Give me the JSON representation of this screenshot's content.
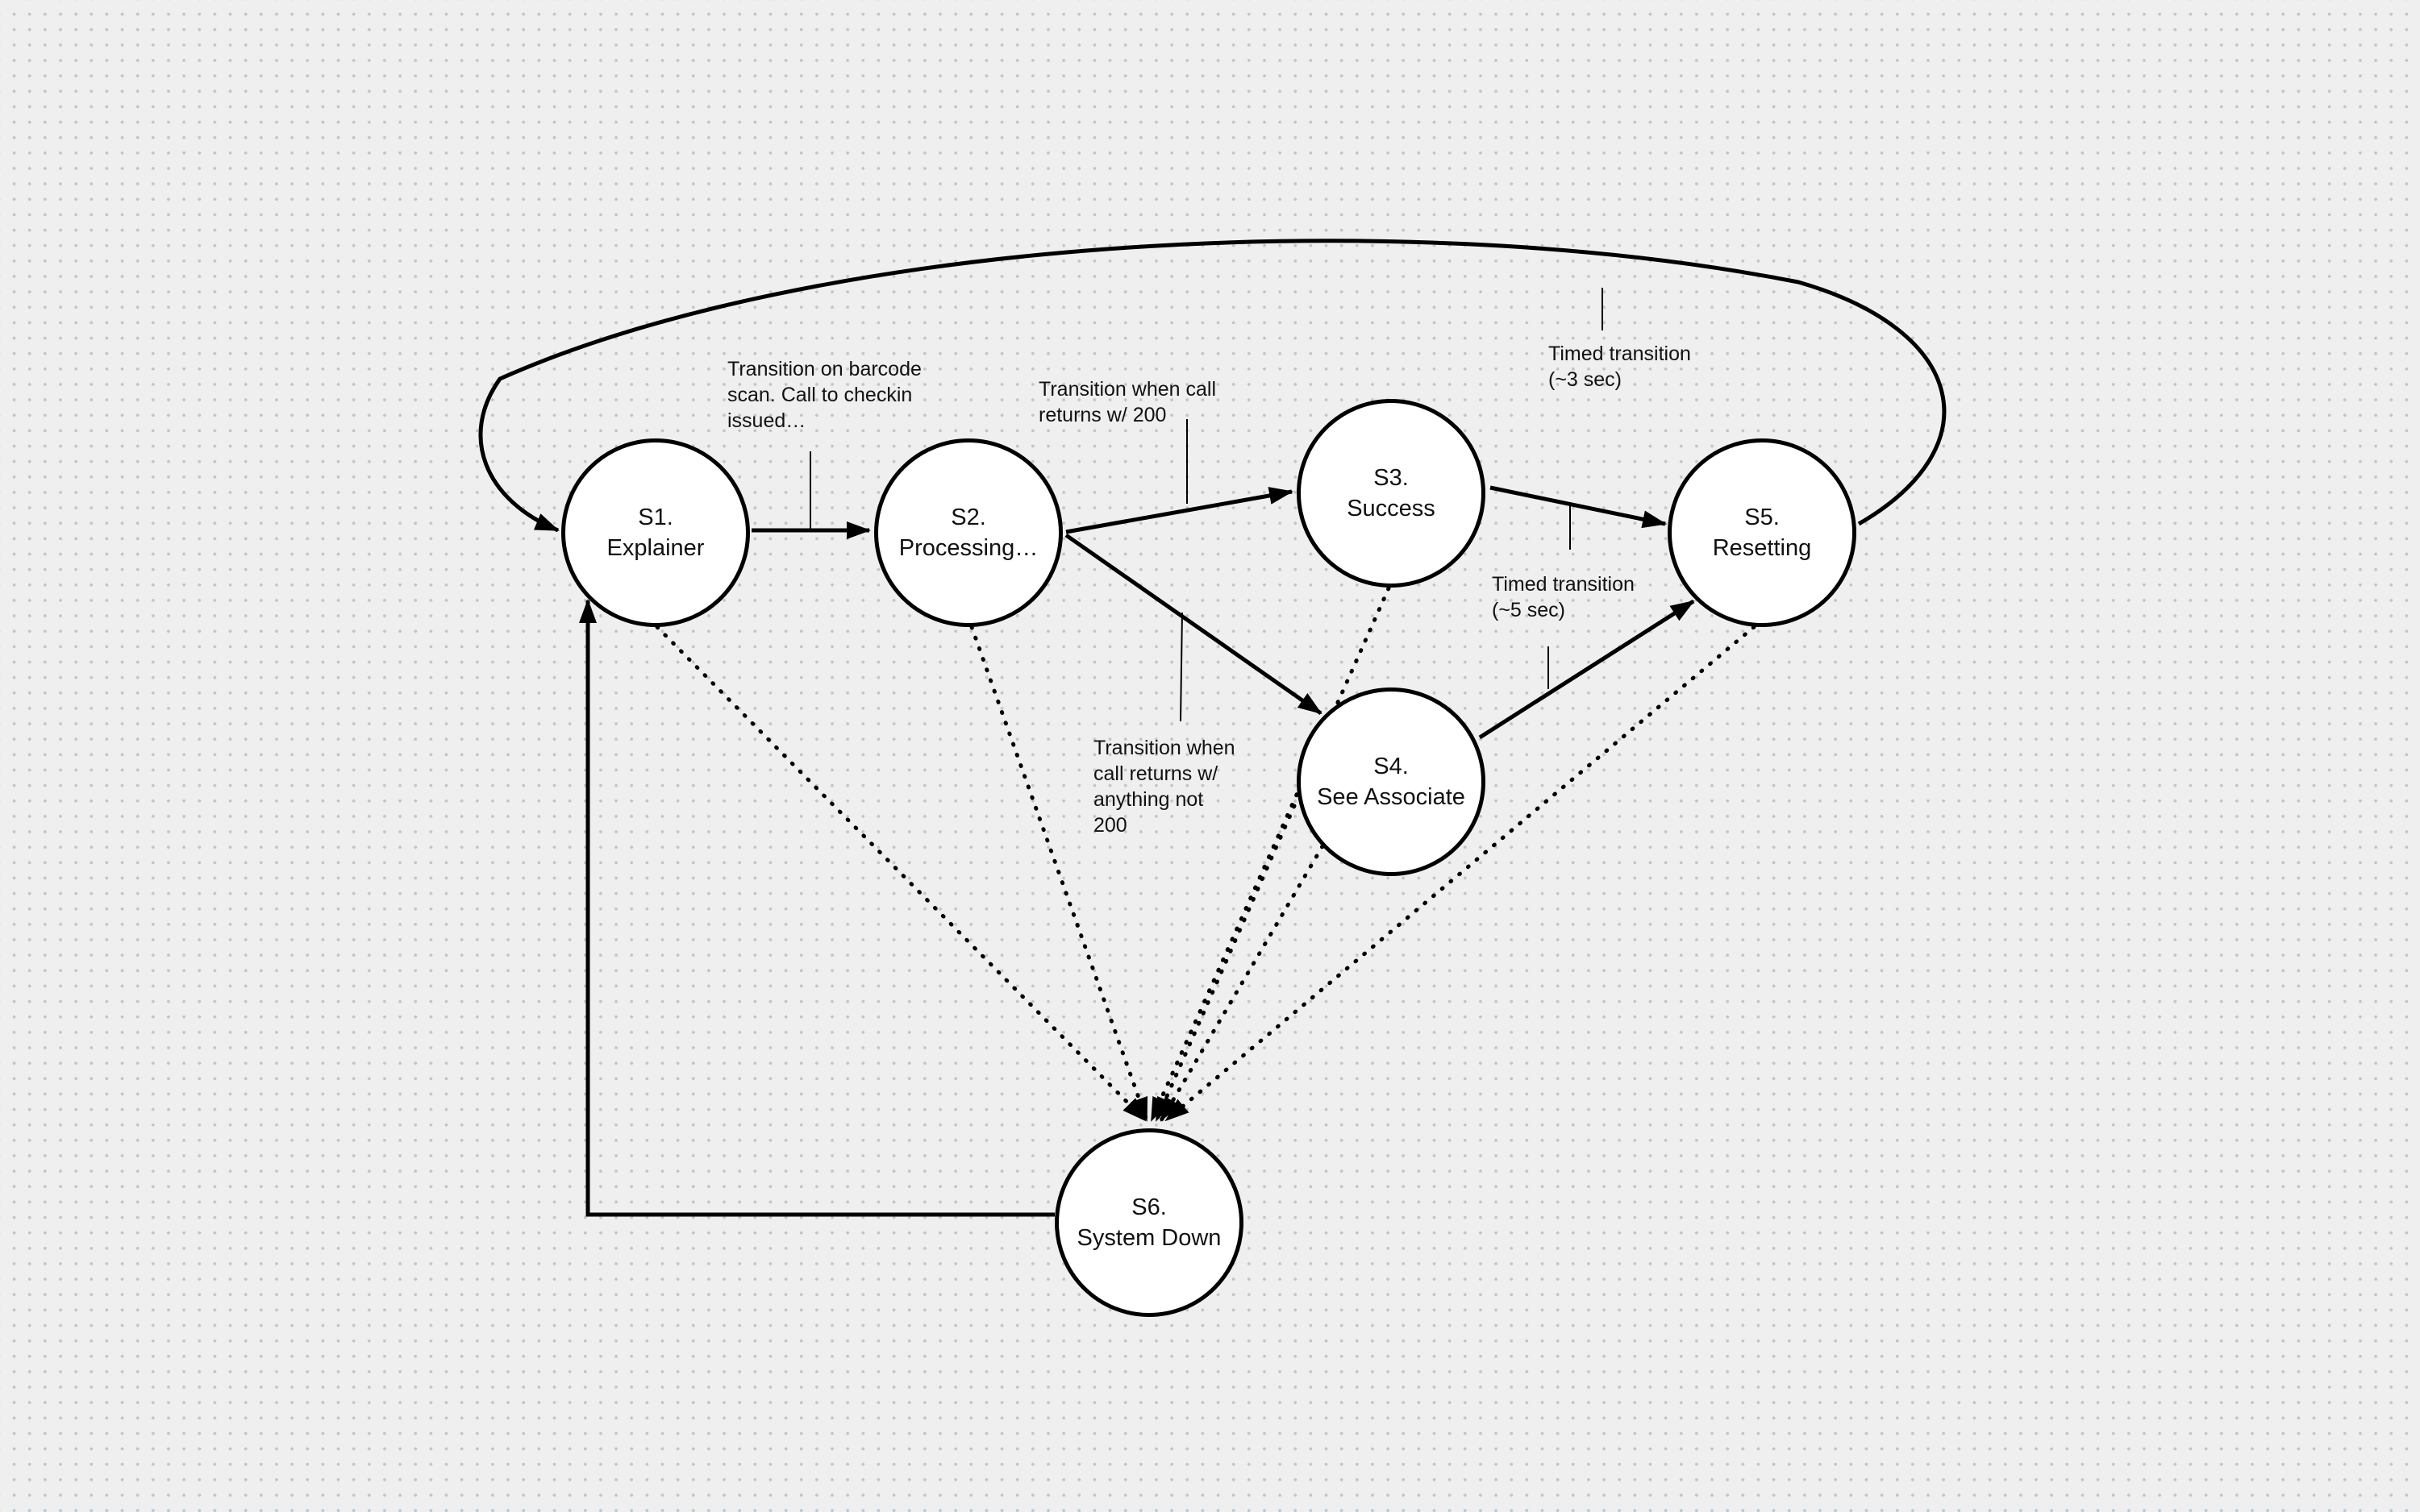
{
  "nodes": [
    {
      "id": "S1",
      "line1": "S1.",
      "line2": "Explainer"
    },
    {
      "id": "S2",
      "line1": "S2.",
      "line2": "Processing…"
    },
    {
      "id": "S3",
      "line1": "S3.",
      "line2": "Success"
    },
    {
      "id": "S4",
      "line1": "S4.",
      "line2": "See Associate"
    },
    {
      "id": "S5",
      "line1": "S5.",
      "line2": "Resetting"
    },
    {
      "id": "S6",
      "line1": "S6.",
      "line2": "System Down"
    }
  ],
  "annotations": {
    "barcode": "Transition on barcode\nscan. Call to checkin\nissued…",
    "success": "Transition when call\nreturns w/ 200",
    "failure": "Transition when\ncall returns w/\nanything not\n200",
    "timed_3": "Timed transition\n(~3 sec)",
    "timed_5": "Timed transition\n(~5 sec)"
  },
  "edges": [
    {
      "from": "S1",
      "to": "S2",
      "style": "solid",
      "label": "barcode"
    },
    {
      "from": "S2",
      "to": "S3",
      "style": "solid",
      "label": "success"
    },
    {
      "from": "S2",
      "to": "S4",
      "style": "solid",
      "label": "failure"
    },
    {
      "from": "S3",
      "to": "S5",
      "style": "solid",
      "label": "timed_5"
    },
    {
      "from": "S4",
      "to": "S5",
      "style": "solid",
      "label": "timed_5"
    },
    {
      "from": "S5",
      "to": "S1",
      "style": "solid",
      "label": "timed_3"
    },
    {
      "from": "S6",
      "to": "S1",
      "style": "solid"
    },
    {
      "from": "S1",
      "to": "S6",
      "style": "dotted"
    },
    {
      "from": "S2",
      "to": "S6",
      "style": "dotted"
    },
    {
      "from": "S3",
      "to": "S6",
      "style": "dotted"
    },
    {
      "from": "S4",
      "to": "S6",
      "style": "dotted"
    },
    {
      "from": "S5",
      "to": "S6",
      "style": "dotted"
    }
  ]
}
